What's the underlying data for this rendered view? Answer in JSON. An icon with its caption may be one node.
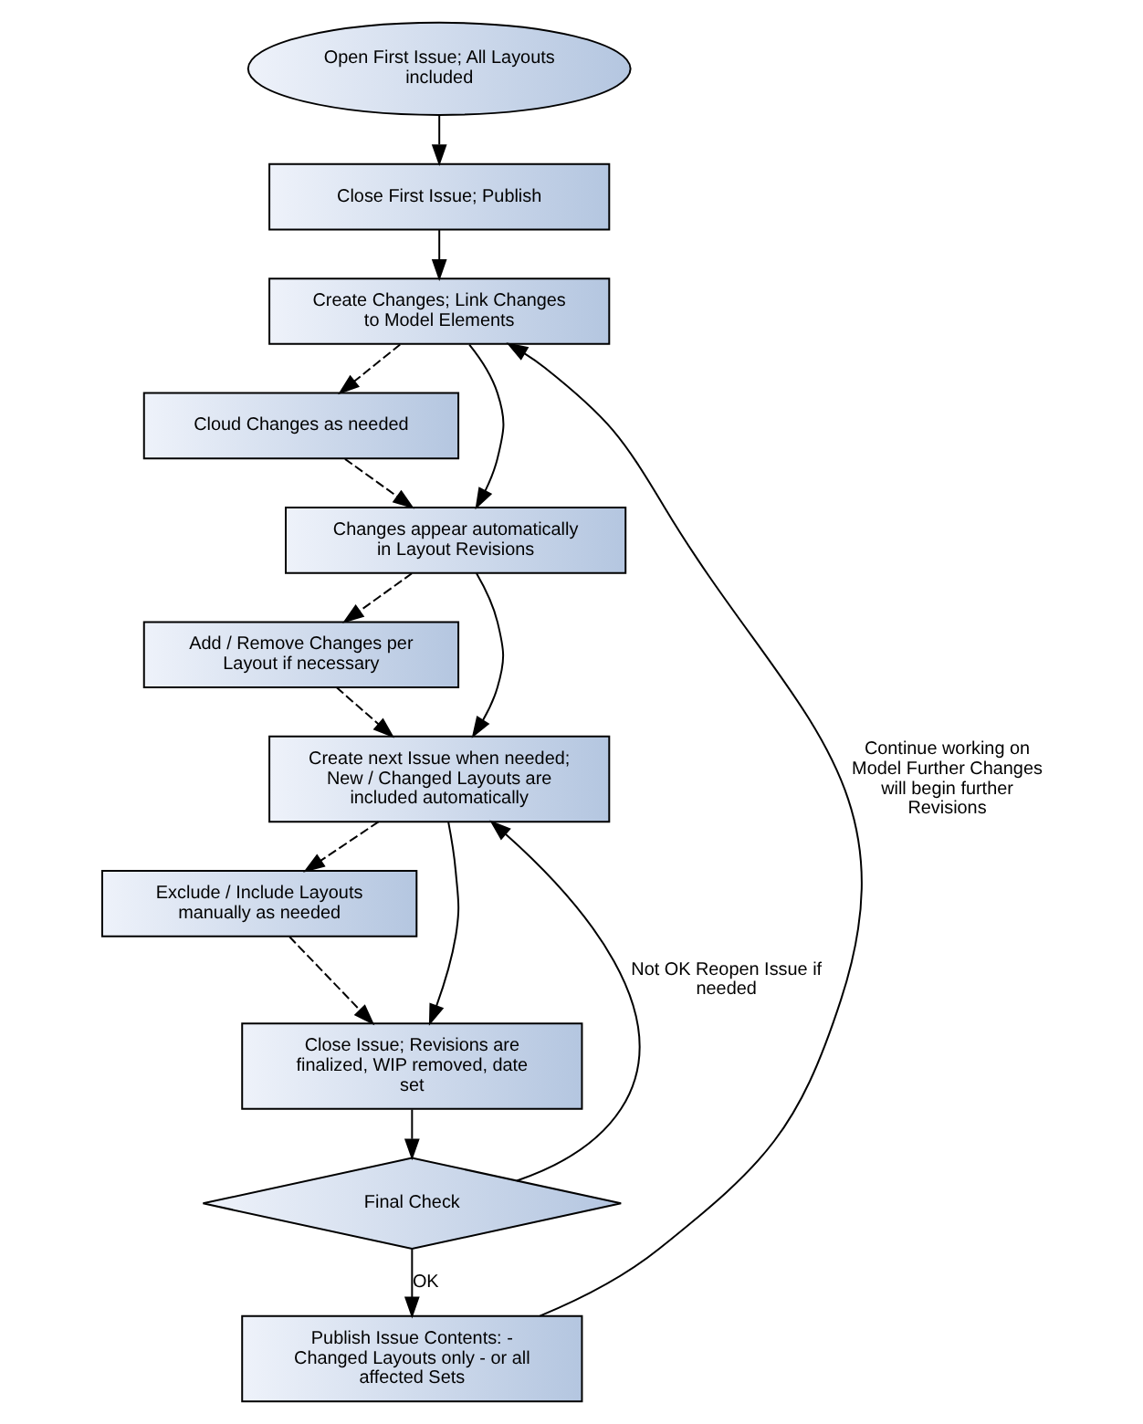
{
  "diagram": {
    "nodes": [
      {
        "text": [
          "Open First Issue; All Layouts included"
        ]
      },
      {
        "text": [
          "Close First Issue; Publish"
        ]
      },
      {
        "text": [
          "Create Changes; Link Changes to Model Elements"
        ]
      },
      {
        "text": [
          "Cloud Changes as needed"
        ]
      },
      {
        "text": [
          "Changes appear automatically in Layout Revisions"
        ]
      },
      {
        "text": [
          "Add / Remove Changes per Layout if necessary"
        ]
      },
      {
        "text": [
          "Create next Issue when needed; New / Changed Layouts are included automatically"
        ]
      },
      {
        "text": [
          "Exclude / Include Layouts manually as needed"
        ]
      },
      {
        "text": [
          "Close Issue; Revisions are finalized, WIP removed, date set"
        ]
      },
      {
        "text": [
          "Final Check"
        ]
      },
      {
        "text": [
          "Publish Issue Contents: - Changed Layouts only - or all affected Sets"
        ]
      }
    ],
    "edges": [
      {
        "from": 0,
        "to": 1,
        "arrow": "to"
      },
      {
        "from": 1,
        "to": 2,
        "arrow": "to"
      },
      {
        "from": 2,
        "to": 3,
        "arrow": "to",
        "style": "dashed"
      },
      {
        "from": 3,
        "to": 4,
        "arrow": "to",
        "style": "dashed"
      },
      {
        "from": 2,
        "to": 4,
        "arrow": "to"
      },
      {
        "from": 4,
        "to": 5,
        "arrow": "to",
        "style": "dashed"
      },
      {
        "from": 5,
        "to": 6,
        "arrow": "to",
        "style": "dashed"
      },
      {
        "from": 4,
        "to": 6,
        "arrow": "to"
      },
      {
        "from": 6,
        "to": 7,
        "arrow": "to",
        "style": "dashed"
      },
      {
        "from": 7,
        "to": 8,
        "arrow": "to",
        "style": "dashed"
      },
      {
        "from": 6,
        "to": 8,
        "arrow": "to"
      },
      {
        "from": 8,
        "to": 9,
        "arrow": "to"
      },
      {
        "from": 9,
        "to": 6,
        "arrow": "to",
        "label": "Not OK Reopen Issue if needed"
      },
      {
        "from": 9,
        "to": 10,
        "arrow": "to",
        "label": "OK"
      },
      {
        "from": 10,
        "to": 2,
        "arrow": "to",
        "label": "Continue working on Model Further Changes will begin further Revisions"
      }
    ]
  }
}
